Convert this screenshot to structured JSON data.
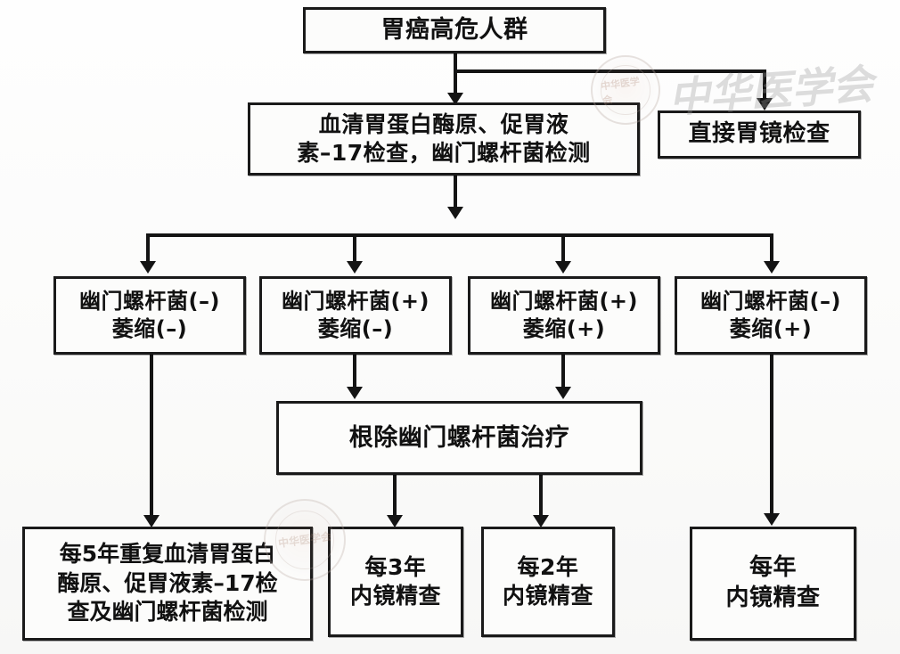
{
  "figure": {
    "type": "flowchart",
    "language": "zh-CN",
    "orientation": "top-down",
    "background_color": "#fdfdfd",
    "line_color": "#141414",
    "box_fill": "#fcfcfb"
  },
  "nodes": {
    "root": {
      "label": "胃癌高危人群"
    },
    "serology": {
      "label": "血清胃蛋白酶原、促胃液\n素–17检查，幽门螺杆菌检测"
    },
    "direct_endoscopy": {
      "label": "直接胃镜检查"
    },
    "group1": {
      "label": "幽门螺杆菌(–)\n萎缩(–)"
    },
    "group2": {
      "label": "幽门螺杆菌(+)\n萎缩(–)"
    },
    "group3": {
      "label": "幽门螺杆菌(+)\n萎缩(+)"
    },
    "group4": {
      "label": "幽门螺杆菌(–)\n萎缩(+)"
    },
    "eradication": {
      "label": "根除幽门螺杆菌治疗"
    },
    "outcome1": {
      "label": "每5年重复血清胃蛋白\n酶原、促胃液素–17检\n查及幽门螺杆菌检测"
    },
    "outcome2": {
      "label": "每3年\n内镜精查"
    },
    "outcome3": {
      "label": "每2年\n内镜精查"
    },
    "outcome4": {
      "label": "每年\n内镜精查"
    }
  },
  "watermarks": {
    "text": "中华医学会",
    "seal_text": "中华医学会"
  }
}
